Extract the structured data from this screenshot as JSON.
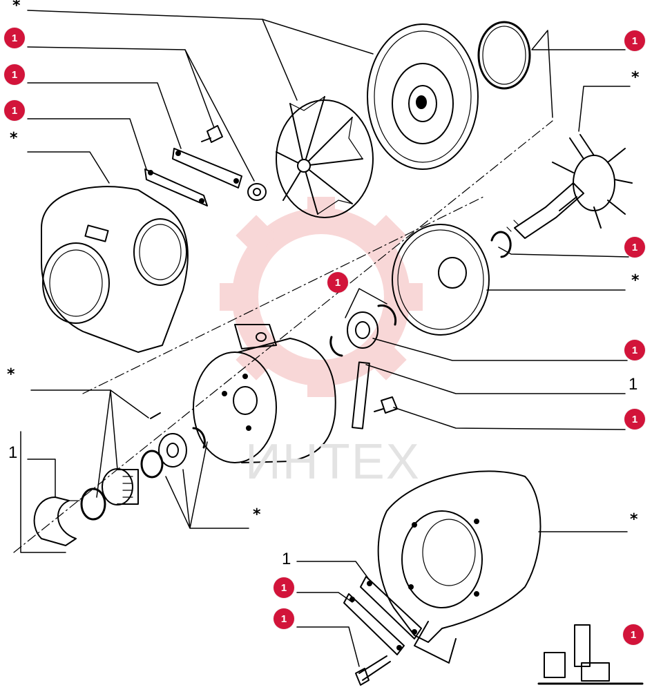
{
  "diagram": {
    "callout_color": "#d2143a",
    "watermark_color": "#f4b7b7",
    "watermark_text": "ИНТЕХ",
    "callouts": [
      {
        "label": "1"
      },
      {
        "label": "1"
      },
      {
        "label": "1"
      },
      {
        "label": "1"
      },
      {
        "label": "1"
      },
      {
        "label": "1"
      },
      {
        "label": "1"
      },
      {
        "label": "1"
      },
      {
        "label": "1"
      },
      {
        "label": "1"
      },
      {
        "label": "1"
      },
      {
        "label": "1"
      }
    ],
    "plain_labels": [
      {
        "text": "1"
      },
      {
        "text": "1"
      },
      {
        "text": "1"
      }
    ],
    "star_labels": [
      {
        "text": "*"
      },
      {
        "text": "*"
      },
      {
        "text": "*"
      },
      {
        "text": "*"
      },
      {
        "text": "*"
      },
      {
        "text": "*"
      },
      {
        "text": "*"
      }
    ]
  }
}
